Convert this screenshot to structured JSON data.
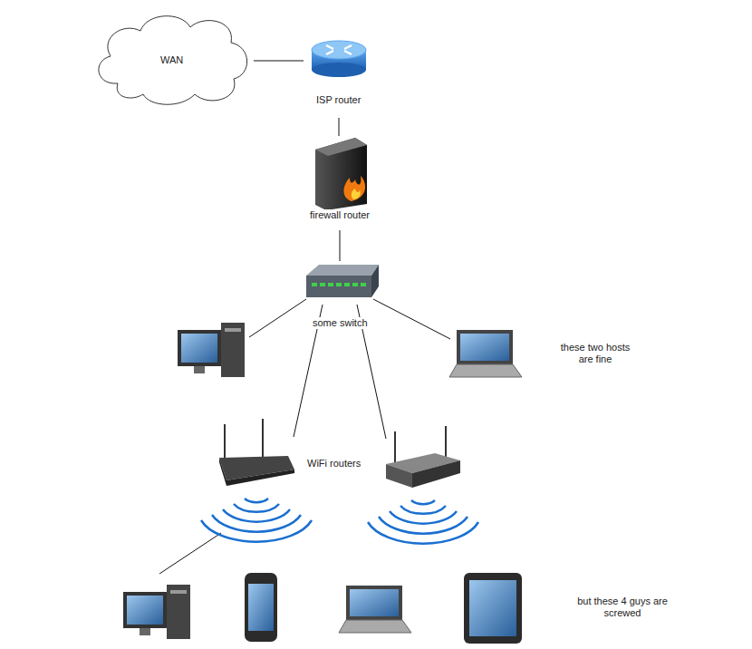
{
  "diagram": {
    "nodes": [
      {
        "text": [
          "WAN"
        ]
      },
      {
        "text": [
          "ISP router"
        ]
      },
      {
        "text": [
          "firewall router"
        ]
      },
      {
        "text": [
          "some switch"
        ]
      }
    ],
    "edges": [
      {
        "from": 0,
        "to": 1,
        "arrow": "none"
      },
      {
        "from": 1,
        "to": 2,
        "arrow": "none"
      },
      {
        "from": 2,
        "to": 3,
        "arrow": "none"
      }
    ],
    "labels": [
      "WiFi routers",
      "these two hosts are fine",
      "but these 4 guys are screwed"
    ]
  }
}
